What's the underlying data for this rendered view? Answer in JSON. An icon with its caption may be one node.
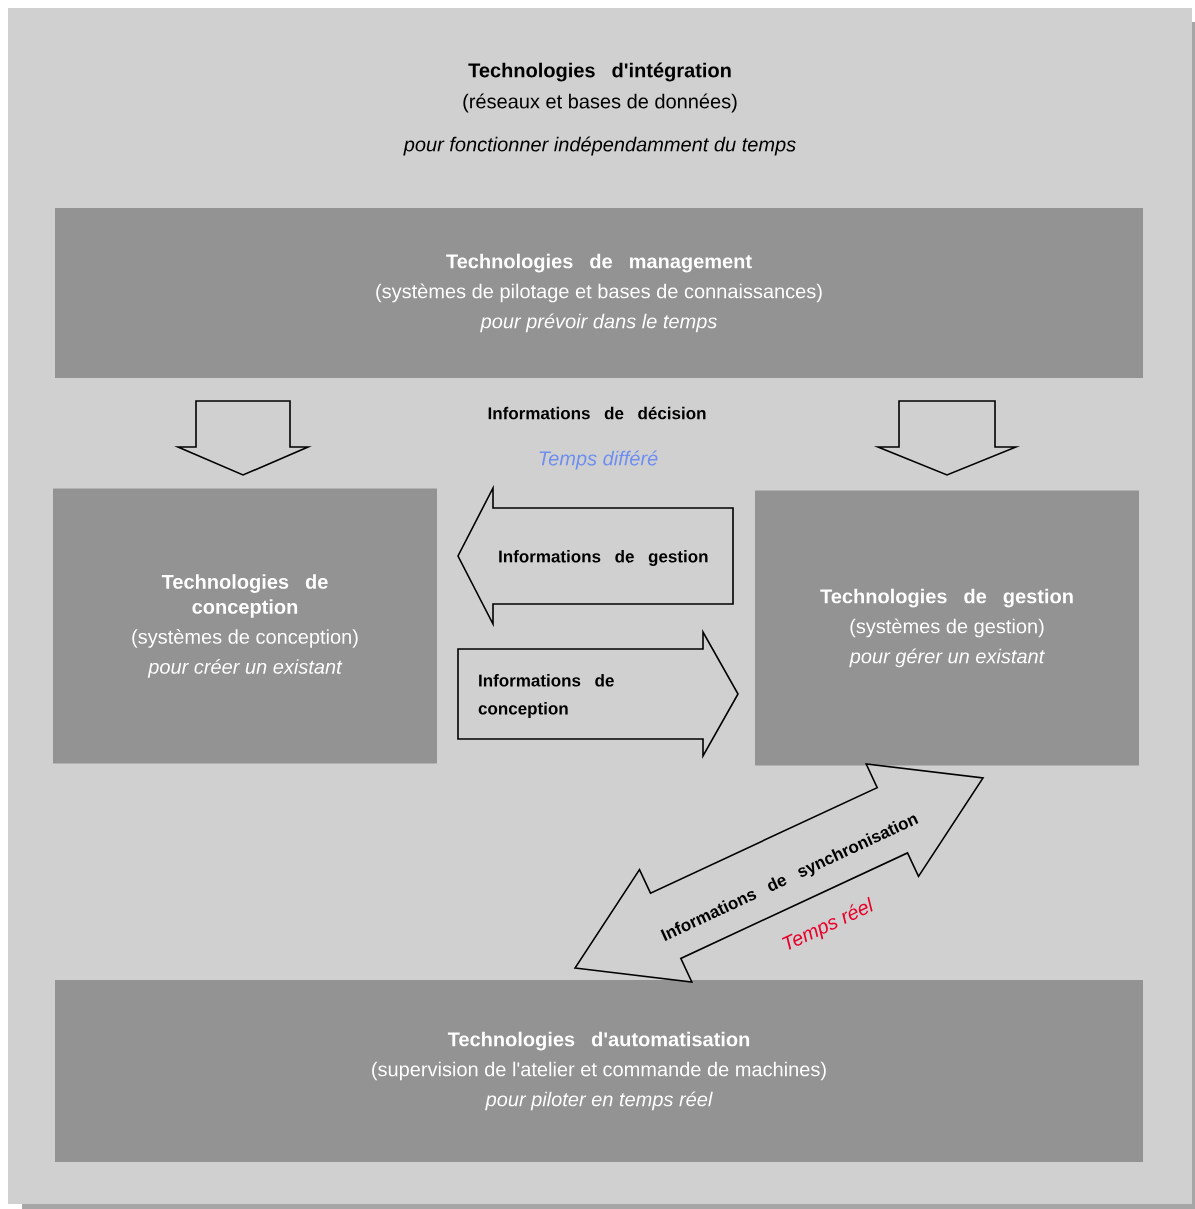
{
  "diagram": {
    "nodes": [
      {
        "text": [
          "Technologies d'intégration",
          "(réseaux et bases de données)",
          "pour fonctionner indépendamment du temps"
        ]
      },
      {
        "text": [
          "Technologies de management",
          "(systèmes de pilotage et bases de connaissances)",
          "pour prévoir dans le temps"
        ],
        "in": 0
      },
      {
        "text": [
          "Technologies de conception",
          "(systèmes de conception)",
          "pour créer un existant"
        ],
        "in": 0
      },
      {
        "text": [
          "Technologies de gestion",
          "(systèmes de gestion)",
          "pour gérer un existant"
        ],
        "in": 0
      },
      {
        "text": [
          "Technologies d'automatisation",
          "(supervision de l'atelier et commande de machines)",
          "pour piloter en temps réel"
        ],
        "in": 0
      }
    ],
    "edges": [
      {
        "from": 1,
        "to": 2,
        "arrow": "to"
      },
      {
        "from": 1,
        "to": 3,
        "arrow": "to"
      },
      {
        "from": 3,
        "to": 2,
        "arrow": "to",
        "label": "Informations de gestion"
      },
      {
        "from": 2,
        "to": 3,
        "arrow": "to",
        "label": "Informations de conception"
      },
      {
        "from": 4,
        "to": 3,
        "arrow": "both",
        "label": "Informations de synchronisation"
      }
    ],
    "labels": [
      "Informations de décision",
      "Temps différé",
      "Temps réel"
    ]
  }
}
